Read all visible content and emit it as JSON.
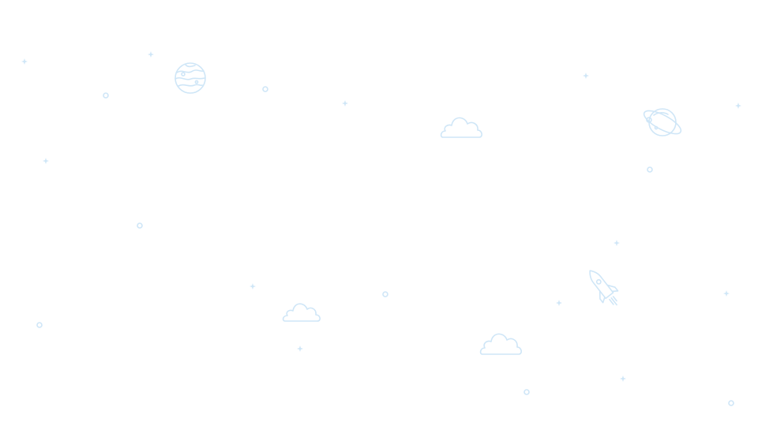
{
  "theme": {
    "background": "#ffffff",
    "accent": "#cfe6f7"
  },
  "illustrations": {
    "icons": [
      "planet-icon",
      "ringed-planet-icon",
      "rocket-icon",
      "cloud-icon"
    ],
    "cloud_count": 3,
    "star_count": 13,
    "ring_dot_count": 9
  }
}
